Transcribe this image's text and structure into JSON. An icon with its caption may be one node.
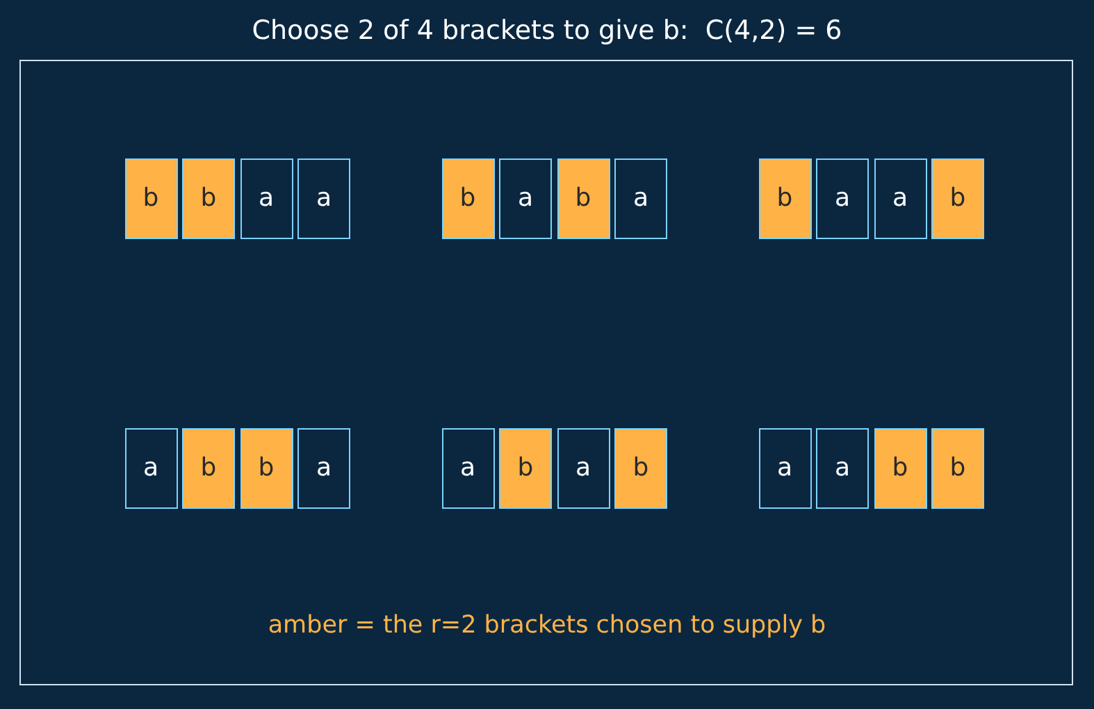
{
  "diagram": {
    "title": "Choose 2 of 4 brackets to give b:  C(4,2) = 6",
    "nodes": [
      {
        "text": [],
        "shape": "box"
      },
      {
        "text": [
          "b"
        ],
        "in": 0
      },
      {
        "text": [
          "b"
        ],
        "in": 0
      },
      {
        "text": [
          "a"
        ],
        "in": 0
      },
      {
        "text": [
          "a"
        ],
        "in": 0
      },
      {
        "text": [
          "b"
        ],
        "in": 0
      },
      {
        "text": [
          "a"
        ],
        "in": 0
      },
      {
        "text": [
          "b"
        ],
        "in": 0
      },
      {
        "text": [
          "a"
        ],
        "in": 0
      },
      {
        "text": [
          "b"
        ],
        "in": 0
      },
      {
        "text": [
          "a"
        ],
        "in": 0
      },
      {
        "text": [
          "a"
        ],
        "in": 0
      },
      {
        "text": [
          "b"
        ],
        "in": 0
      },
      {
        "text": [
          "a"
        ],
        "in": 0
      },
      {
        "text": [
          "b"
        ],
        "in": 0
      },
      {
        "text": [
          "b"
        ],
        "in": 0
      },
      {
        "text": [
          "a"
        ],
        "in": 0
      },
      {
        "text": [
          "a"
        ],
        "in": 0
      },
      {
        "text": [
          "b"
        ],
        "in": 0
      },
      {
        "text": [
          "a"
        ],
        "in": 0
      },
      {
        "text": [
          "b"
        ],
        "in": 0
      },
      {
        "text": [
          "a"
        ],
        "in": 0
      },
      {
        "text": [
          "a"
        ],
        "in": 0
      },
      {
        "text": [
          "b"
        ],
        "in": 0
      },
      {
        "text": [
          "b"
        ],
        "in": 0
      }
    ],
    "legend": [
      {
        "text": "amber = the r=2 brackets chosen to supply b",
        "color": "#ffb347"
      }
    ]
  }
}
